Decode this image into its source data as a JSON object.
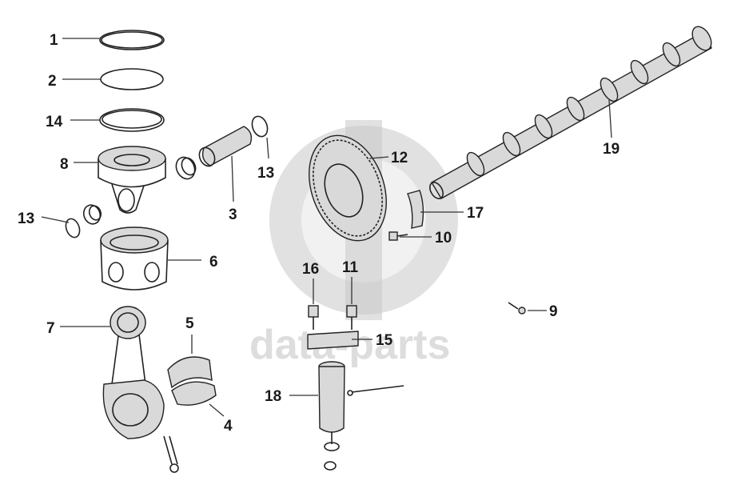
{
  "watermark": {
    "text": "data-parts"
  },
  "callouts": [
    {
      "id": "c1",
      "label": "1"
    },
    {
      "id": "c2",
      "label": "2"
    },
    {
      "id": "c14",
      "label": "14"
    },
    {
      "id": "c8",
      "label": "8"
    },
    {
      "id": "c13a",
      "label": "13"
    },
    {
      "id": "c13b",
      "label": "13"
    },
    {
      "id": "c3",
      "label": "3"
    },
    {
      "id": "c6",
      "label": "6"
    },
    {
      "id": "c7",
      "label": "7"
    },
    {
      "id": "c5",
      "label": "5"
    },
    {
      "id": "c4",
      "label": "4"
    },
    {
      "id": "c12",
      "label": "12"
    },
    {
      "id": "c19",
      "label": "19"
    },
    {
      "id": "c17",
      "label": "17"
    },
    {
      "id": "c10",
      "label": "10"
    },
    {
      "id": "c16",
      "label": "16"
    },
    {
      "id": "c11",
      "label": "11"
    },
    {
      "id": "c9",
      "label": "9"
    },
    {
      "id": "c15",
      "label": "15"
    },
    {
      "id": "c18",
      "label": "18"
    }
  ]
}
